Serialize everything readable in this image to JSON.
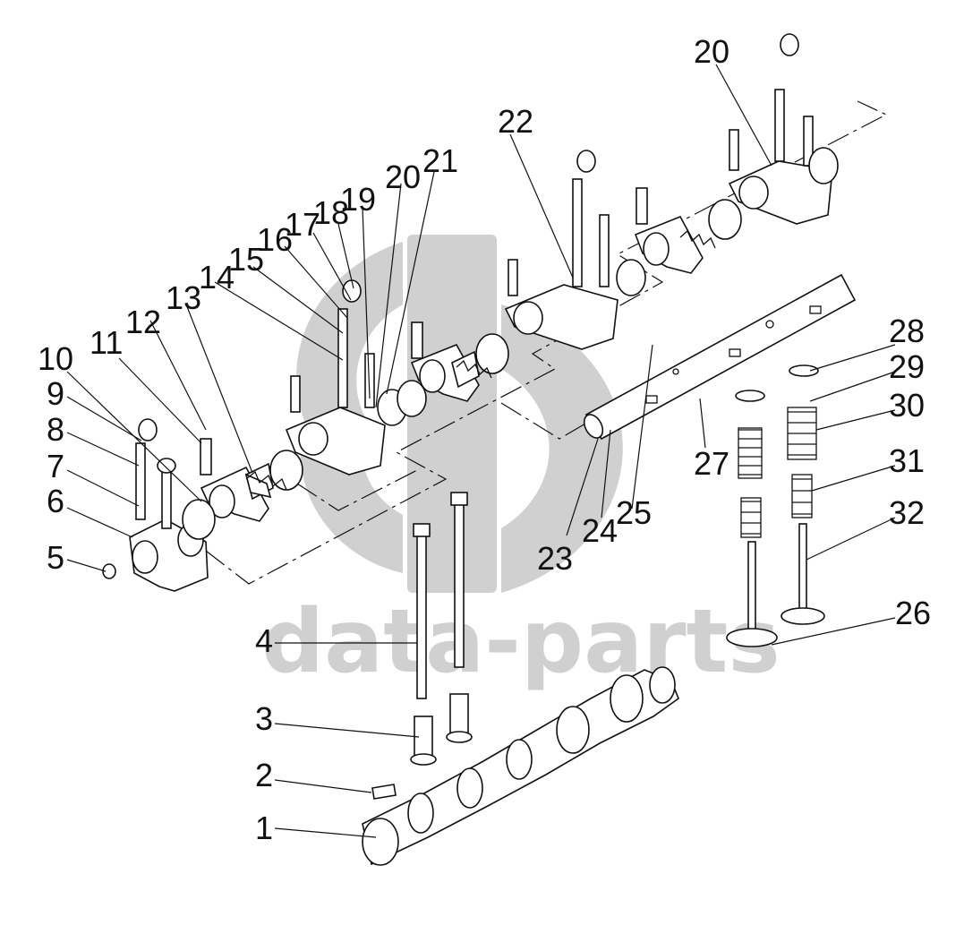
{
  "watermark": {
    "text": "data-parts",
    "logo": "dp-logo",
    "color": "#d0d0d0"
  },
  "callouts": [
    {
      "n": "1"
    },
    {
      "n": "2"
    },
    {
      "n": "3"
    },
    {
      "n": "4"
    },
    {
      "n": "5"
    },
    {
      "n": "6"
    },
    {
      "n": "7"
    },
    {
      "n": "8"
    },
    {
      "n": "9"
    },
    {
      "n": "10"
    },
    {
      "n": "11"
    },
    {
      "n": "12"
    },
    {
      "n": "13"
    },
    {
      "n": "14"
    },
    {
      "n": "15"
    },
    {
      "n": "16"
    },
    {
      "n": "17"
    },
    {
      "n": "18"
    },
    {
      "n": "19"
    },
    {
      "n": "20"
    },
    {
      "n": "21"
    },
    {
      "n": "22"
    },
    {
      "n": "23"
    },
    {
      "n": "24"
    },
    {
      "n": "25"
    },
    {
      "n": "26"
    },
    {
      "n": "27"
    },
    {
      "n": "28"
    },
    {
      "n": "29"
    },
    {
      "n": "30"
    },
    {
      "n": "31"
    },
    {
      "n": "32"
    },
    {
      "n": "20"
    }
  ]
}
